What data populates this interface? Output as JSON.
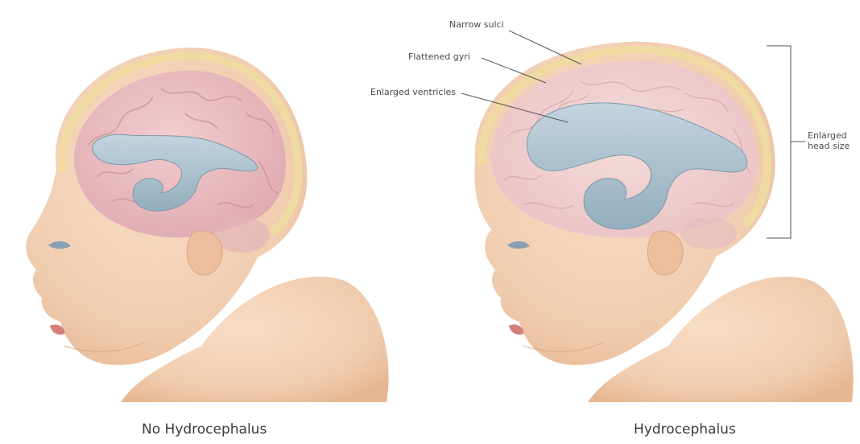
{
  "captions": {
    "left": "No Hydrocephalus",
    "right": "Hydrocephalus"
  },
  "annotations": {
    "narrow_sulci": "Narrow sulci",
    "flattened_gyri": "Flattened gyri",
    "enlarged_ventricles": "Enlarged ventricles",
    "enlarged_head_size_line1": "Enlarged",
    "enlarged_head_size_line2": "head size"
  },
  "colors": {
    "skin": "#f3d2b8",
    "skin_shadow": "#e7b896",
    "skull": "#efdca2",
    "brain": "#e9b9bf",
    "ventricle": "#a9bfcc",
    "leader_line": "#555555"
  }
}
